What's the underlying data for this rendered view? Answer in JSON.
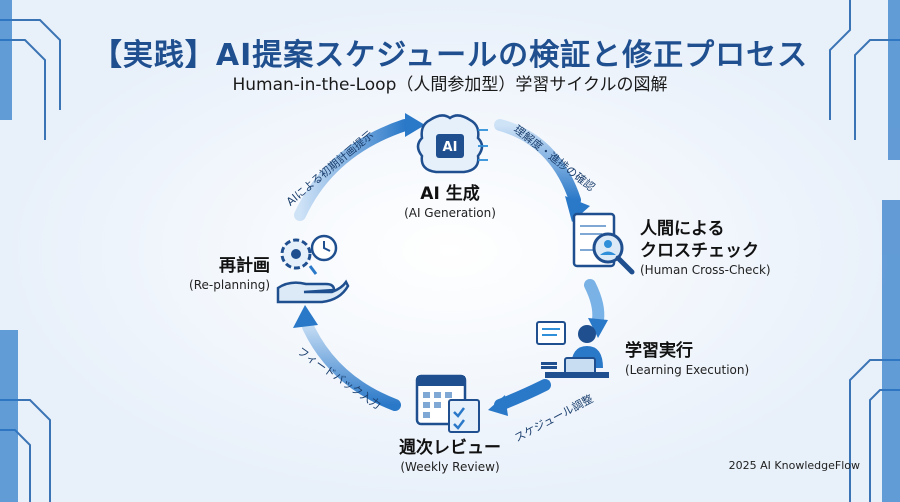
{
  "title": "【実践】AI提案スケジュールの検証と修正プロセス",
  "subtitle": "Human-in-the-Loop（人間参加型）学習サイクルの図解",
  "nodes": {
    "ai_generation": {
      "ja": "AI 生成",
      "en": "(AI Generation)",
      "icon": "ai-brain-chip-icon"
    },
    "cross_check": {
      "ja_line1": "人間による",
      "ja_line2": "クロスチェック",
      "en": "(Human Cross-Check)",
      "icon": "document-magnifier-icon"
    },
    "learning": {
      "ja": "学習実行",
      "en": "(Learning Execution)",
      "icon": "person-studying-laptop-icon"
    },
    "weekly_review": {
      "ja": "週次レビュー",
      "en": "(Weekly Review)",
      "icon": "calendar-checklist-icon"
    },
    "replanning": {
      "ja": "再計画",
      "en": "(Re-planning)",
      "icon": "gear-clock-hand-icon"
    }
  },
  "arrows": {
    "top_left": "AIによる初期計画提示",
    "top_right": "理解度・進捗の確認",
    "bottom_right": "スケジュール調整",
    "bottom_left": "フィードバック入力"
  },
  "footer": "2025 AI KnowledgeFlow",
  "colors": {
    "primary": "#1f4f8f",
    "accent": "#2f8fd8",
    "arrow": "#3a86d1"
  }
}
